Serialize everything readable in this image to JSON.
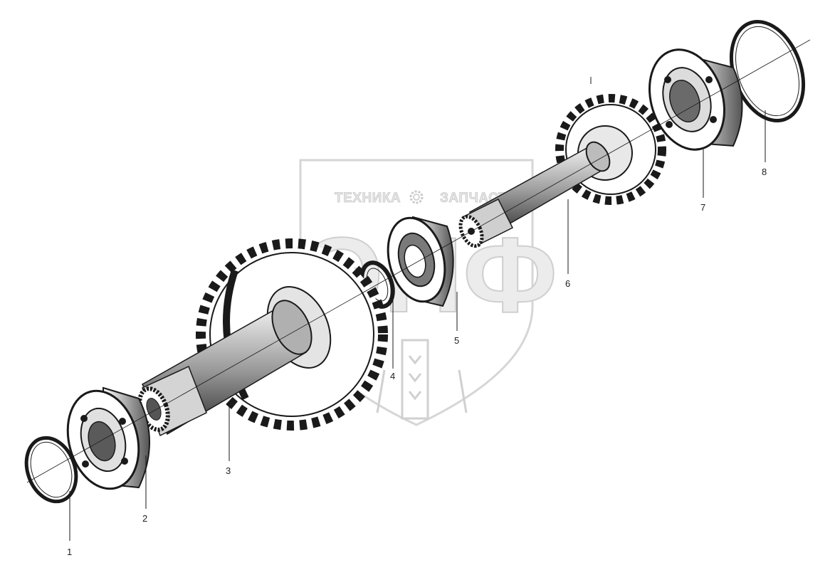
{
  "watermark": {
    "left_text": "ТЕХНИКА",
    "right_text": "ЗАПЧАСТИ",
    "logo_letters": "ЭПФ",
    "icon": "gear-icon"
  },
  "callouts": [
    {
      "id": "1",
      "label": "1"
    },
    {
      "id": "2",
      "label": "2"
    },
    {
      "id": "3",
      "label": "3"
    },
    {
      "id": "4",
      "label": "4"
    },
    {
      "id": "5",
      "label": "5"
    },
    {
      "id": "6",
      "label": "6"
    },
    {
      "id": "7",
      "label": "7"
    },
    {
      "id": "8",
      "label": "8"
    }
  ],
  "colors": {
    "line": "#1a1a1a",
    "watermark": "#d2d2d2"
  }
}
